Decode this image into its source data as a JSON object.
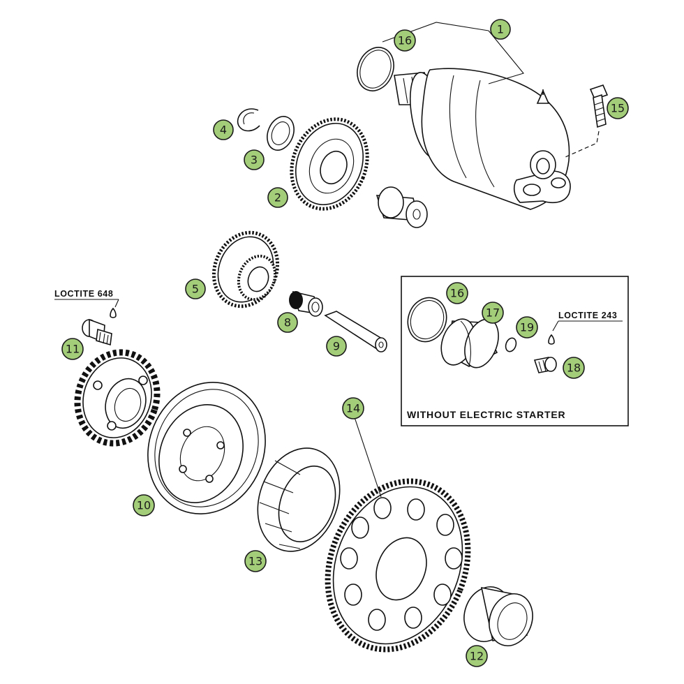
{
  "callouts": [
    {
      "id": "1",
      "label": "1"
    },
    {
      "id": "2",
      "label": "2"
    },
    {
      "id": "3",
      "label": "3"
    },
    {
      "id": "4",
      "label": "4"
    },
    {
      "id": "5",
      "label": "5"
    },
    {
      "id": "8",
      "label": "8"
    },
    {
      "id": "9",
      "label": "9"
    },
    {
      "id": "10",
      "label": "10"
    },
    {
      "id": "11",
      "label": "11"
    },
    {
      "id": "12",
      "label": "12"
    },
    {
      "id": "13",
      "label": "13"
    },
    {
      "id": "14",
      "label": "14"
    },
    {
      "id": "15",
      "label": "15"
    },
    {
      "id": "16a",
      "label": "16"
    },
    {
      "id": "16b",
      "label": "16"
    },
    {
      "id": "17",
      "label": "17"
    },
    {
      "id": "18",
      "label": "18"
    },
    {
      "id": "19",
      "label": "19"
    }
  ],
  "annotations": {
    "loctite_648": "LOCTITE 648",
    "loctite_243": "LOCTITE 243"
  },
  "inset": {
    "title": "WITHOUT ELECTRIC STARTER"
  },
  "colors": {
    "badge_fill": "#a3cd78",
    "line": "#111111",
    "background": "#ffffff"
  }
}
